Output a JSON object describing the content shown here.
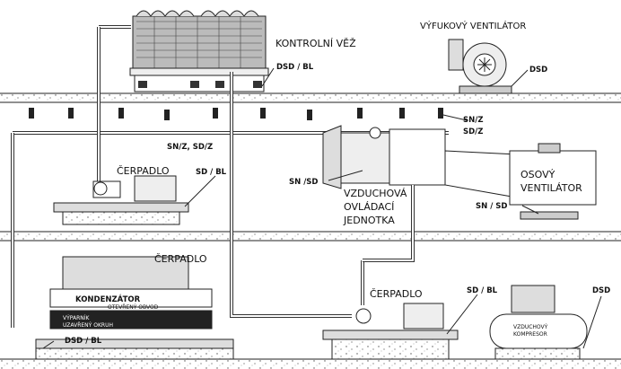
{
  "labels": {
    "cooling_tower": "KONTROLNÍ VĚŽ",
    "cooling_tower_mount": "DSD / BL",
    "exhaust_fan": "VÝFUKOVÝ VENTILÁTOR",
    "exhaust_fan_mount": "DSD",
    "sn_z_right": "SN/Z",
    "sd_z_right": "SD/Z",
    "sn_z_sd_z": "SN/Z, SD/Z",
    "pump_top": "ČERPADLO",
    "pump_top_mount": "SD / BL",
    "ahu_mount": "SN /SD",
    "ahu_line1": "VZDUCHOVÁ",
    "ahu_line2": "OVLÁDACÍ",
    "ahu_line3": "JEDNOTKA",
    "axial_fan_line1": "OSOVÝ",
    "axial_fan_line2": "VENTILÁTOR",
    "axial_fan_mount": "SN / SD",
    "pump_mid": "ČERPADLO",
    "condenser": "KONDENZÁTOR",
    "condenser_sub": "OTEVŘENÝ OBVOD",
    "evaporator": "VÝPARNÍK",
    "evaporator_sub": "UZAVŘENÝ OKRUH",
    "chiller_mount": "DSD / BL",
    "pump_bottom": "ČERPADLO",
    "pump_bottom_mount": "SD / BL",
    "compressor_mount": "DSD",
    "compressor_line1": "VZDUCHOVÝ",
    "compressor_line2": "KOMPRESOR"
  }
}
